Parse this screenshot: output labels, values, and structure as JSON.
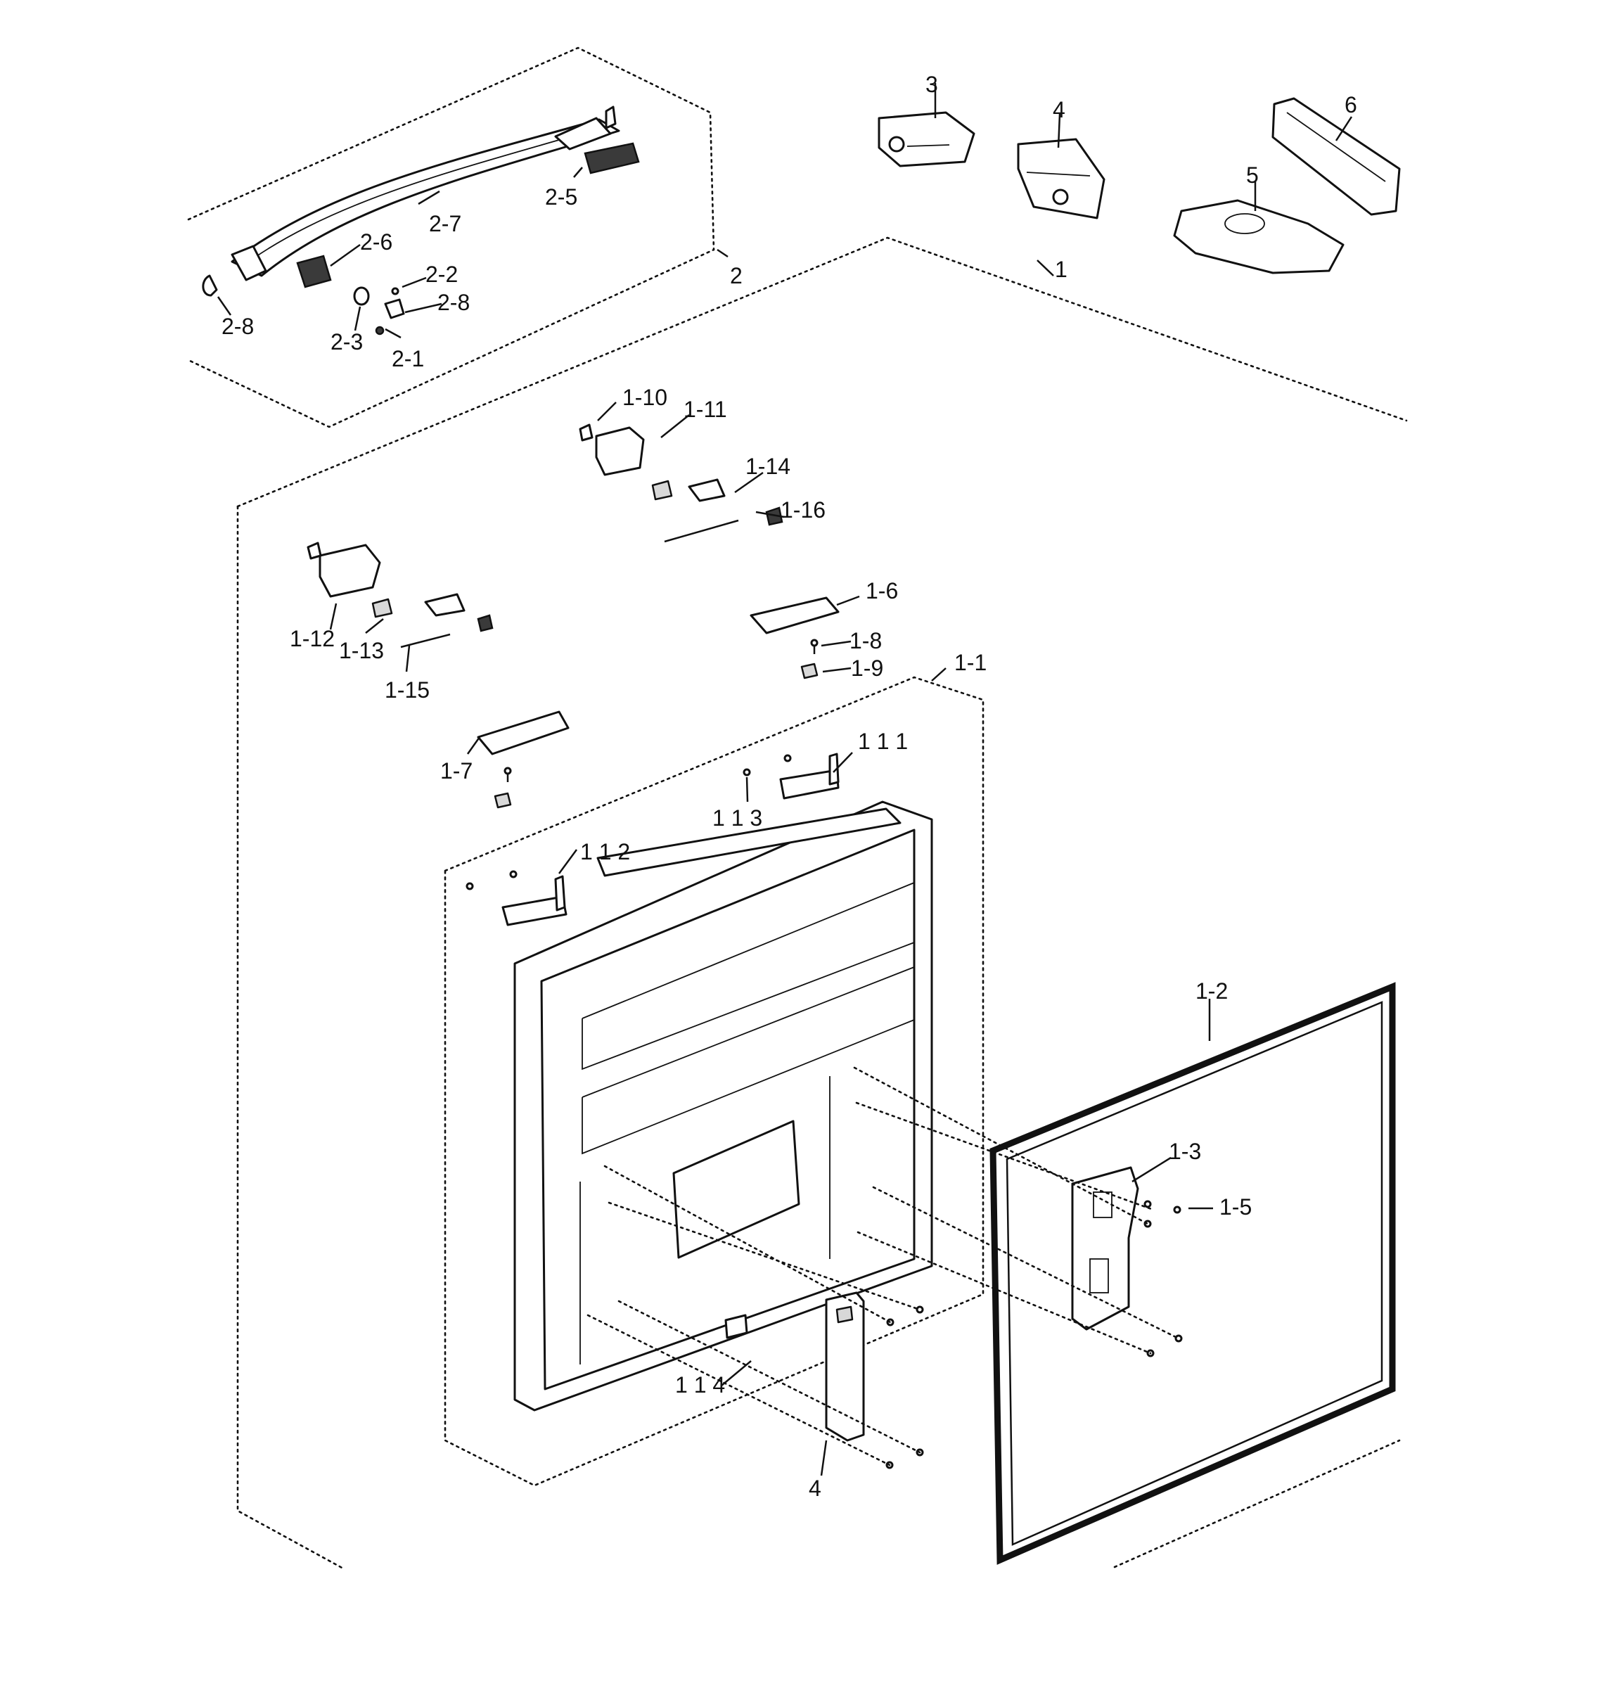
{
  "labels": {
    "a3": "3",
    "a4": "4",
    "a6": "6",
    "a5": "5",
    "a2_5": "2-5",
    "a2_7": "2-7",
    "a2_6": "2-6",
    "a2_2": "2-2",
    "a2_8a": "2-8",
    "a2_8b": "2-8",
    "a2_3": "2-3",
    "a2_1": "2-1",
    "a2": "2",
    "a1": "1",
    "a1_10": "1-10",
    "a1_11": "1-11",
    "a1_14": "1-14",
    "a1_16": "1-16",
    "a1_12": "1-12",
    "a1_13": "1-13",
    "a1_15": "1-15",
    "a1_6": "1-6",
    "a1_8": "1-8",
    "a1_9": "1-9",
    "a1_1": "1-1",
    "a1_7": "1-7",
    "a1_1_1": "1 1 1",
    "a1_1_3": "1 1 3",
    "a1_1_2": "1 1 2",
    "a1_2": "1-2",
    "a1_3": "1-3",
    "a1_5": "1-5",
    "a1_1_4": "1 1 4",
    "a4b": "4"
  },
  "icons": [
    "handle",
    "hinge",
    "door-panel",
    "gasket",
    "bracket",
    "screw",
    "spring",
    "pin",
    "cover"
  ]
}
